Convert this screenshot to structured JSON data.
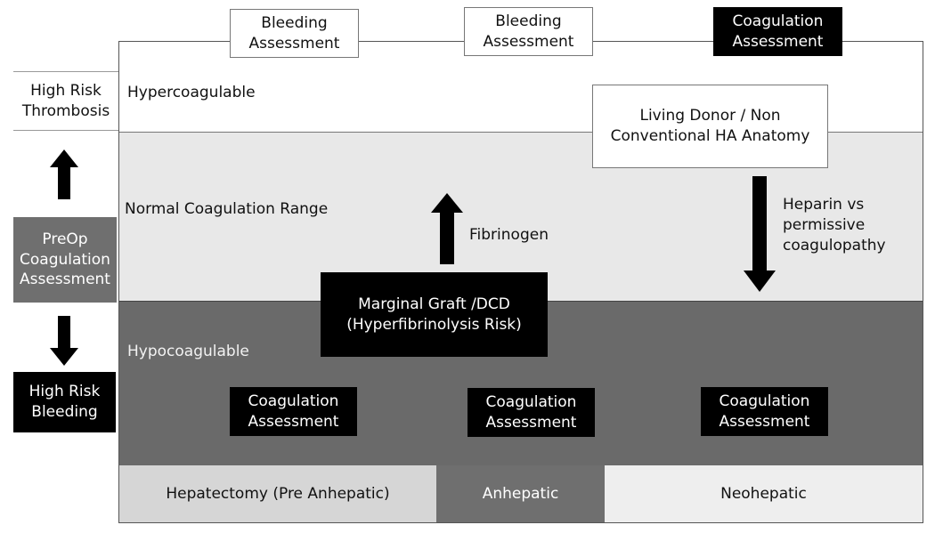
{
  "top_labels": {
    "bleeding_1": "Bleeding\nAssessment",
    "bleeding_2": "Bleeding\nAssessment",
    "coagulation_top": "Coagulation\nAssessment"
  },
  "zones": {
    "hyper": "Hypercoagulable",
    "normal": "Normal Coagulation Range",
    "hypo": "Hypocoagulable"
  },
  "boxes": {
    "living_donor": "Living Donor / Non\nConventional HA Anatomy",
    "marginal_graft": "Marginal Graft /DCD\n(Hyperfibrinolysis Risk)",
    "coag_1": "Coagulation\nAssessment",
    "coag_2": "Coagulation\nAssessment",
    "coag_3": "Coagulation\nAssessment"
  },
  "arrow_labels": {
    "fibrinogen": "Fibrinogen",
    "heparin": "Heparin vs\npermissive\ncoagulopathy"
  },
  "phases": {
    "pre": "Hepatectomy (Pre Anhepatic)",
    "an": "Anhepatic",
    "neo": "Neohepatic"
  },
  "left_column": {
    "high_risk_thrombosis": "High Risk\nThrombosis",
    "preop": "PreOp\nCoagulation\nAssessment",
    "high_risk_bleeding": "High Risk\nBleeding"
  },
  "colors": {
    "hyper_band": "#ffffff",
    "normal_band": "#e8e8e8",
    "hypo_band": "#6a6a6a",
    "black_box": "#000000",
    "preop_box": "#6f6f6f"
  }
}
